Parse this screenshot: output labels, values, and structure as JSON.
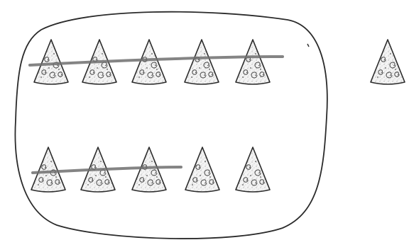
{
  "drawing": {
    "groups": [
      {
        "name": "circled-group",
        "cone_count": 10,
        "rows": 2,
        "per_row": 5
      },
      {
        "name": "outside-group",
        "cone_count": 1
      }
    ],
    "crossed_out": {
      "top_row_cones": 5,
      "bottom_row_cones": 3
    },
    "total_cones": 11
  }
}
